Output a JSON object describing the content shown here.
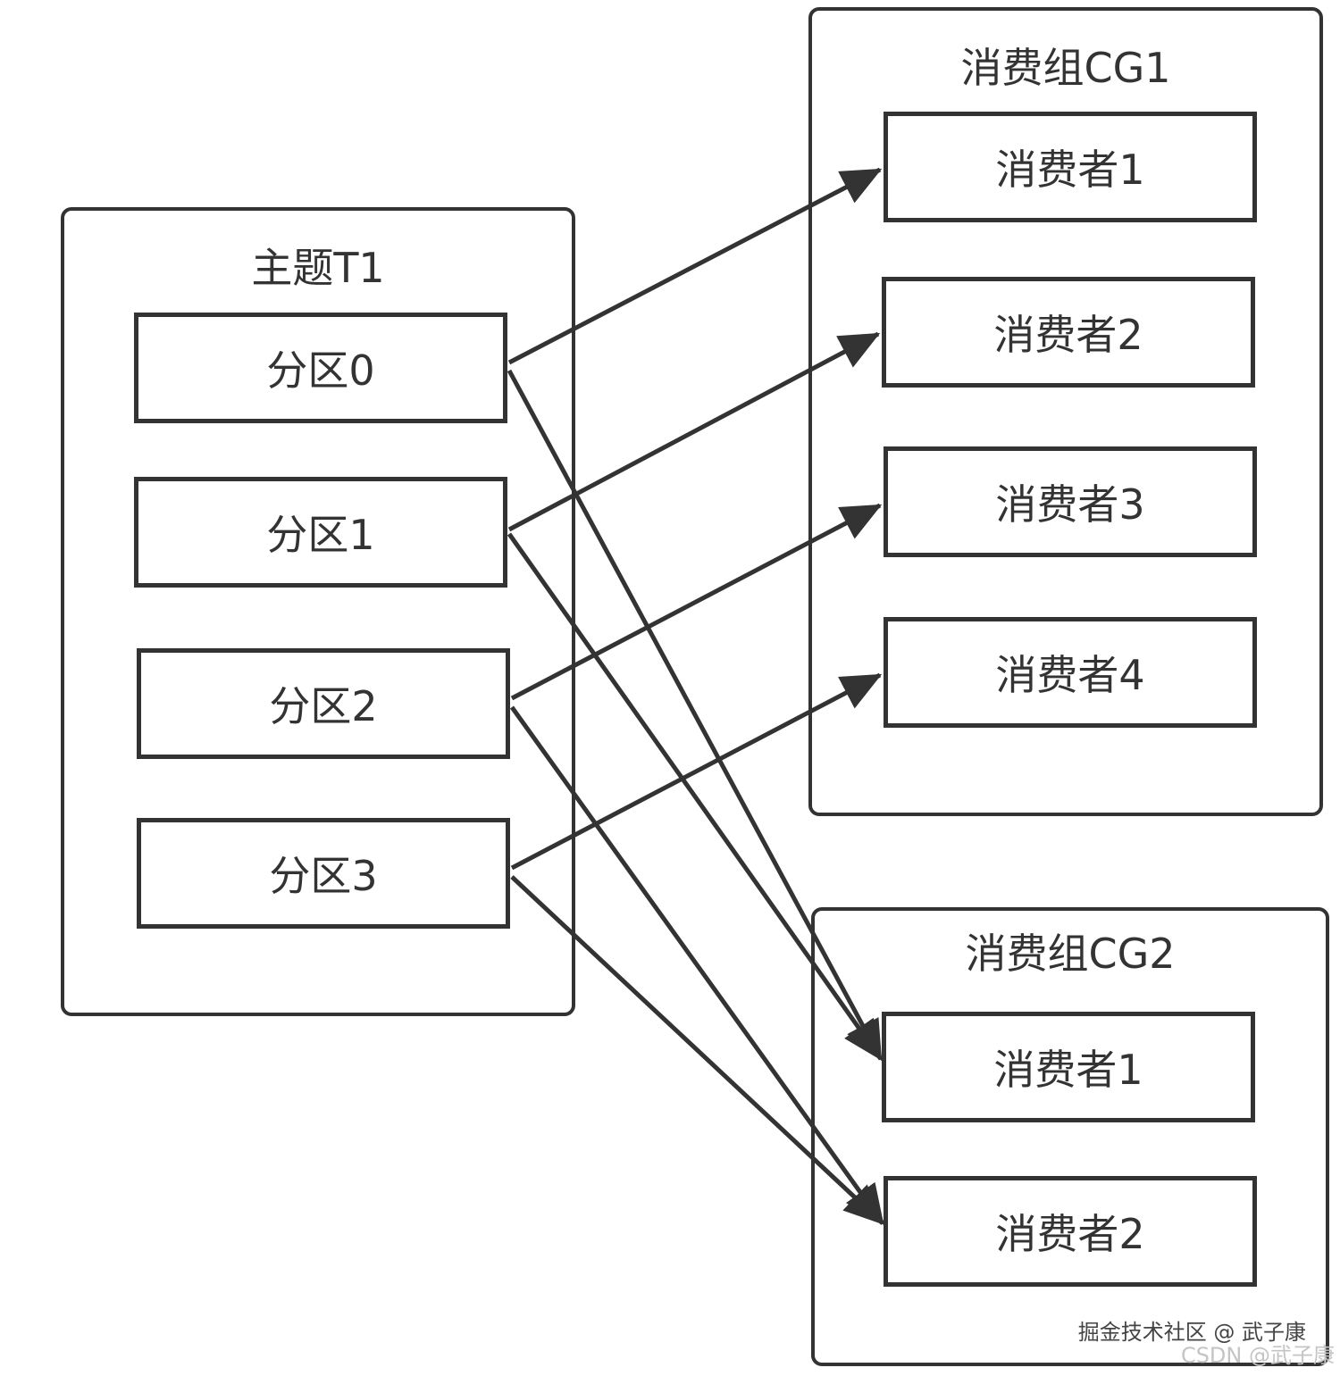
{
  "topic": {
    "title": "主题T1",
    "partitions": [
      "分区0",
      "分区1",
      "分区2",
      "分区3"
    ]
  },
  "groups": [
    {
      "title": "消费组CG1",
      "consumers": [
        "消费者1",
        "消费者2",
        "消费者3",
        "消费者4"
      ]
    },
    {
      "title": "消费组CG2",
      "consumers": [
        "消费者1",
        "消费者2"
      ]
    }
  ],
  "edges": [
    {
      "from": "分区0",
      "to": "消费组CG1/消费者1"
    },
    {
      "from": "分区1",
      "to": "消费组CG1/消费者2"
    },
    {
      "from": "分区2",
      "to": "消费组CG1/消费者3"
    },
    {
      "from": "分区3",
      "to": "消费组CG1/消费者4"
    },
    {
      "from": "分区0",
      "to": "消费组CG2/消费者1"
    },
    {
      "from": "分区1",
      "to": "消费组CG2/消费者1"
    },
    {
      "from": "分区2",
      "to": "消费组CG2/消费者2"
    },
    {
      "from": "分区3",
      "to": "消费组CG2/消费者2"
    }
  ],
  "colors": {
    "stroke": "#333333",
    "background": "#ffffff"
  },
  "watermark": {
    "line1": "掘金技术社区 @ 武子康",
    "line2": "CSDN @武子康"
  }
}
